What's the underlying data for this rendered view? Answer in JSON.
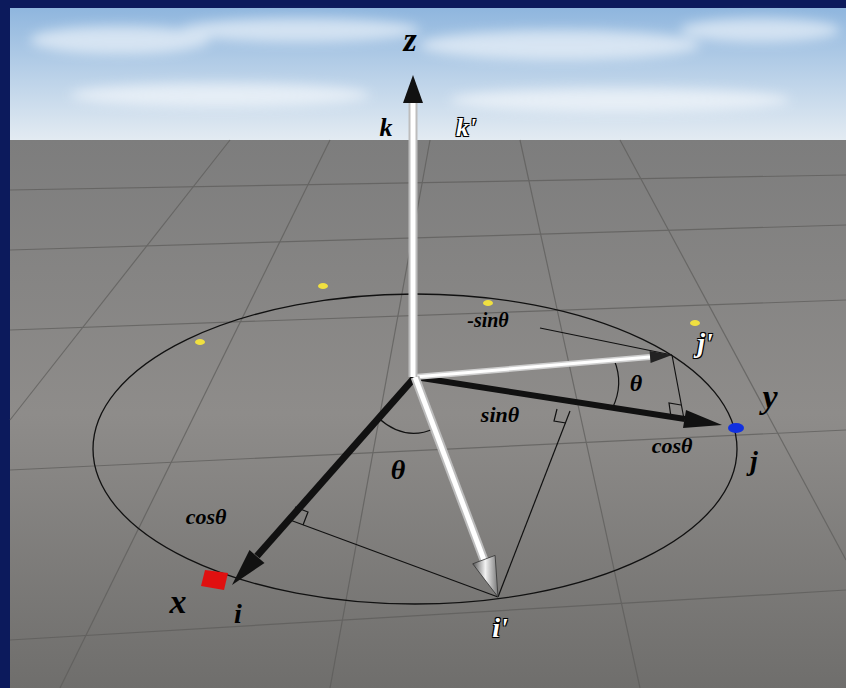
{
  "diagram": {
    "labels": [
      "z",
      "k",
      "k'",
      "-sinθ",
      "j'",
      "θ",
      "sinθ",
      "y",
      "cosθ",
      "j",
      "θ",
      "cosθ",
      "x",
      "i",
      "i'"
    ]
  }
}
